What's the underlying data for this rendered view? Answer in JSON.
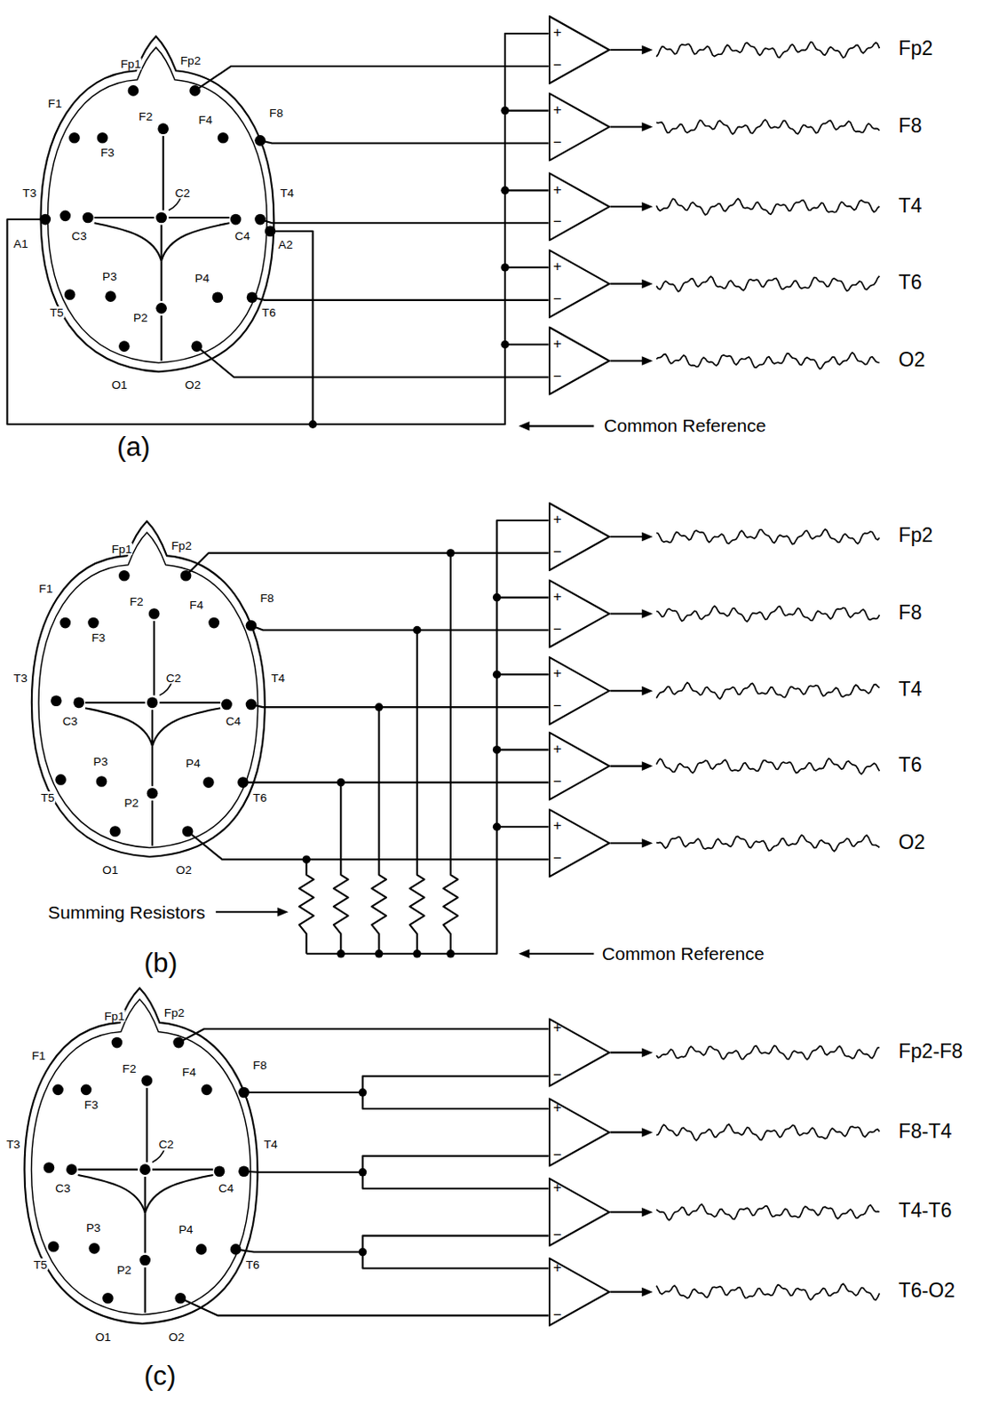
{
  "diagram": {
    "nodes": [
      {
        "text": [
          "+",
          "−"
        ]
      },
      {
        "text": [
          "+",
          "−"
        ]
      },
      {
        "text": [
          "+",
          "−"
        ]
      },
      {
        "text": [
          "+",
          "−"
        ]
      },
      {
        "text": [
          "+",
          "−"
        ]
      },
      {
        "text": [
          "+",
          "−"
        ]
      },
      {
        "text": [
          "+",
          "−"
        ]
      },
      {
        "text": [
          "+",
          "−"
        ]
      },
      {
        "text": [
          "+",
          "−"
        ]
      },
      {
        "text": [
          "+",
          "−"
        ]
      },
      {
        "text": [
          "+",
          "−"
        ]
      },
      {
        "text": [
          "+",
          "−"
        ]
      },
      {
        "text": [
          "+",
          "−"
        ]
      },
      {
        "text": [
          "+",
          "−"
        ]
      }
    ],
    "labels": [
      "Fp1",
      "Fp2",
      "F1",
      "F2",
      "F8",
      "F3",
      "F4",
      "T3",
      "C2",
      "T4",
      "A1",
      "C3",
      "C4",
      "A2",
      "P3",
      "T5",
      "P2",
      "P4",
      "T6",
      "O1",
      "O2",
      "Fp2",
      "F8",
      "T4",
      "T6",
      "O2",
      "Common Reference",
      "(a)",
      "Fp1",
      "Fp2",
      "F1",
      "F2",
      "F8",
      "F3",
      "F4",
      "T3",
      "C2",
      "T4",
      "C3",
      "C4",
      "P3",
      "T5",
      "P2",
      "P4",
      "T6",
      "O1",
      "O2",
      "Fp2",
      "F8",
      "T4",
      "T6",
      "O2",
      "Summing Resistors",
      "Common Reference",
      "(b)",
      "Fp1",
      "Fp2",
      "F1",
      "F2",
      "F8",
      "F3",
      "F4",
      "T3",
      "C2",
      "T4",
      "C3",
      "C4",
      "P3",
      "T5",
      "P2",
      "P4",
      "T6",
      "O1",
      "O2",
      "Fp2-F8",
      "F8-T4",
      "T4-T6",
      "T6-O2",
      "(c)"
    ]
  }
}
